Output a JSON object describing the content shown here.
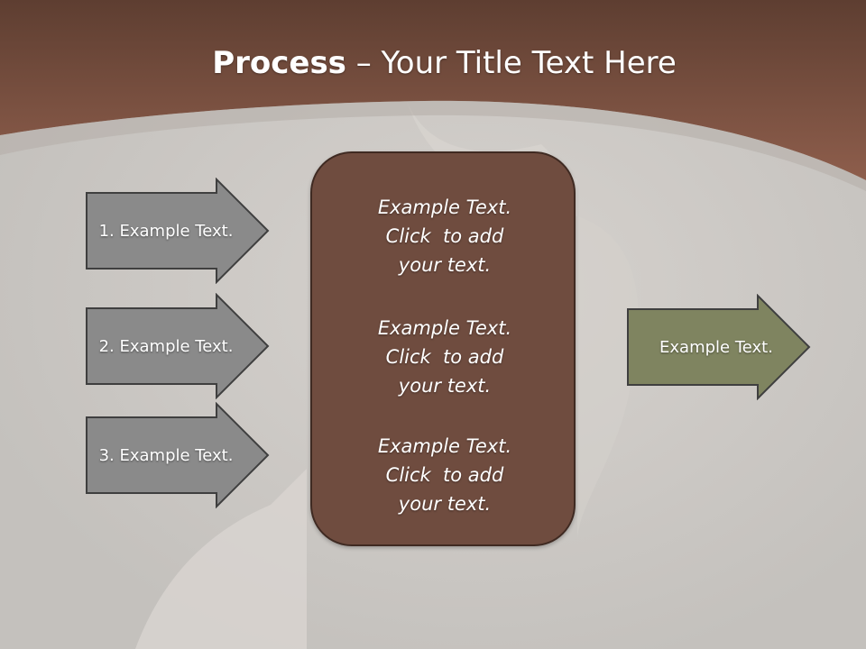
{
  "slide": {
    "title_bold": "Process",
    "title_rest": " – Your Title Text Here",
    "colors": {
      "header_brown": "#8b5b4a",
      "box_brown": "#6f4c3f",
      "arrow_gray": "#8a8a8a",
      "arrow_olive": "#7f8460",
      "background": "#c9c6c2"
    }
  },
  "left_arrows": [
    {
      "label": "1. Example Text."
    },
    {
      "label": "2. Example Text."
    },
    {
      "label": "3. Example Text."
    }
  ],
  "center_box": {
    "blocks": [
      {
        "lines": [
          "Example Text.",
          "Click  to add",
          "your text."
        ]
      },
      {
        "lines": [
          "Example Text.",
          "Click  to add",
          "your text."
        ]
      },
      {
        "lines": [
          "Example Text.",
          "Click  to add",
          "your text."
        ]
      }
    ]
  },
  "right_arrow": {
    "label": "Example Text."
  }
}
